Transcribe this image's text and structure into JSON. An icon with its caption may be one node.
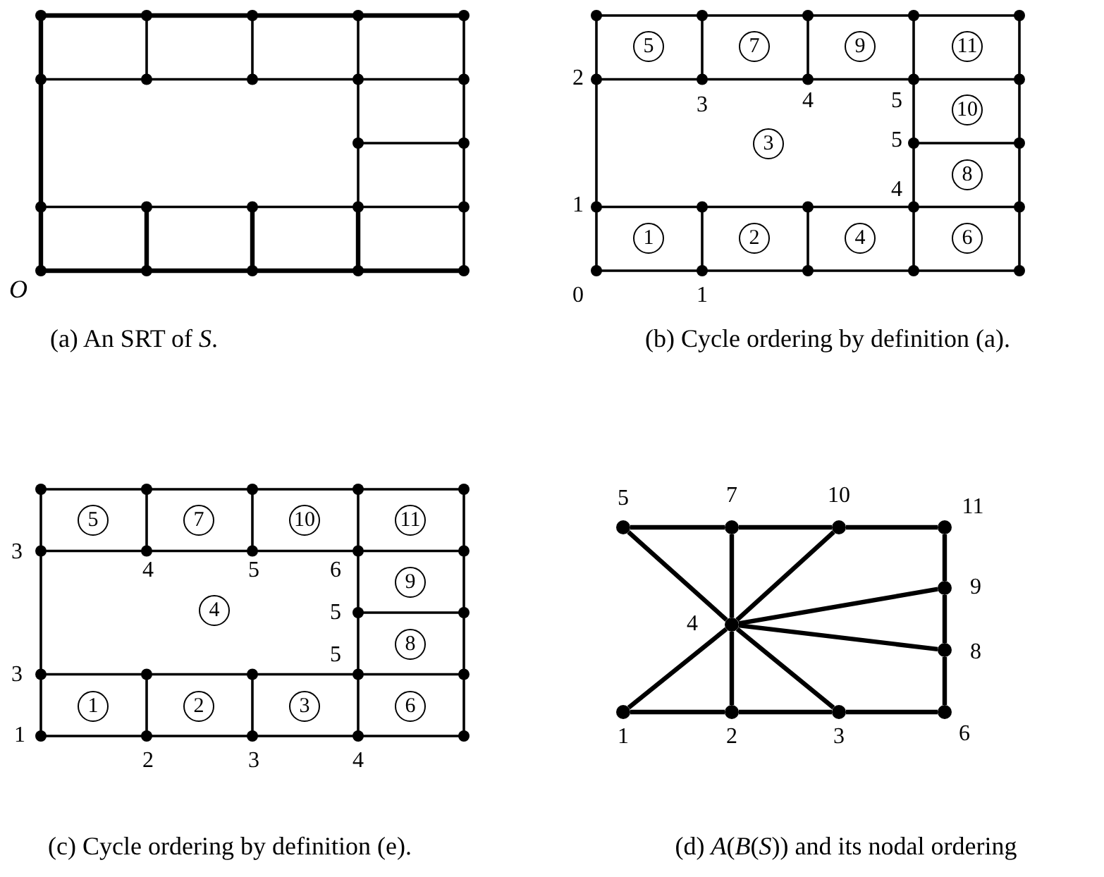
{
  "diagram": {
    "nodes": [
      {
        "text": [
          "5"
        ]
      },
      {
        "text": [
          "7"
        ]
      },
      {
        "text": [
          "9"
        ]
      },
      {
        "text": [
          "11"
        ]
      },
      {
        "text": [
          "10"
        ]
      },
      {
        "text": [
          "3"
        ]
      },
      {
        "text": [
          "8"
        ]
      },
      {
        "text": [
          "1"
        ]
      },
      {
        "text": [
          "2"
        ]
      },
      {
        "text": [
          "4"
        ]
      },
      {
        "text": [
          "6"
        ]
      },
      {
        "text": [
          "5"
        ]
      },
      {
        "text": [
          "7"
        ]
      },
      {
        "text": [
          "10"
        ]
      },
      {
        "text": [
          "11"
        ]
      },
      {
        "text": [
          "9"
        ]
      },
      {
        "text": [
          "4"
        ]
      },
      {
        "text": [
          "8"
        ]
      },
      {
        "text": [
          "1"
        ]
      },
      {
        "text": [
          "2"
        ]
      },
      {
        "text": [
          "3"
        ]
      },
      {
        "text": [
          "6"
        ]
      },
      {
        "text": [],
        "shape": "circle",
        "beside": [
          "5"
        ]
      },
      {
        "text": [],
        "shape": "circle",
        "beside": [
          "7"
        ]
      },
      {
        "text": [],
        "shape": "circle",
        "beside": [
          "10"
        ]
      },
      {
        "text": [],
        "shape": "circle",
        "beside": [
          "11"
        ]
      },
      {
        "text": [],
        "shape": "circle",
        "beside": [
          "9"
        ]
      },
      {
        "text": [],
        "shape": "circle",
        "beside": [
          "4"
        ]
      },
      {
        "text": [],
        "shape": "circle",
        "beside": [
          "8"
        ]
      },
      {
        "text": [],
        "shape": "circle",
        "beside": [
          "1"
        ]
      },
      {
        "text": [],
        "shape": "circle",
        "beside": [
          "2"
        ]
      },
      {
        "text": [],
        "shape": "circle",
        "beside": [
          "3"
        ]
      },
      {
        "text": [],
        "shape": "circle",
        "beside": [
          "6"
        ]
      }
    ],
    "edges": [
      {
        "from": 22,
        "to": 23,
        "arrow": "none"
      },
      {
        "from": 23,
        "to": 24,
        "arrow": "none"
      },
      {
        "from": 24,
        "to": 25,
        "arrow": "none"
      },
      {
        "from": 25,
        "to": 26,
        "arrow": "none"
      },
      {
        "from": 26,
        "to": 28,
        "arrow": "none"
      },
      {
        "from": 28,
        "to": 32,
        "arrow": "none"
      },
      {
        "from": 32,
        "to": 31,
        "arrow": "none"
      },
      {
        "from": 31,
        "to": 30,
        "arrow": "none"
      },
      {
        "from": 30,
        "to": 29,
        "arrow": "none"
      },
      {
        "from": 27,
        "to": 29,
        "arrow": "none"
      },
      {
        "from": 27,
        "to": 30,
        "arrow": "none"
      },
      {
        "from": 27,
        "to": 31,
        "arrow": "none"
      },
      {
        "from": 27,
        "to": 22,
        "arrow": "none"
      },
      {
        "from": 27,
        "to": 23,
        "arrow": "none"
      },
      {
        "from": 27,
        "to": 24,
        "arrow": "none"
      },
      {
        "from": 27,
        "to": 26,
        "arrow": "none"
      },
      {
        "from": 27,
        "to": 28,
        "arrow": "none"
      }
    ],
    "labels": [
      "O",
      "(a) An SRT of *S*.",
      "2",
      "3",
      "4",
      "5",
      "5",
      "4",
      "1",
      "0",
      "1",
      "(b) Cycle ordering by definition (a).",
      "3",
      "4",
      "5",
      "6",
      "5",
      "5",
      "3",
      "1",
      "2",
      "3",
      "4",
      "(c) Cycle ordering by definition (e).",
      "(d) *A*(*B*(*S*)) and its nodal ordering"
    ]
  }
}
